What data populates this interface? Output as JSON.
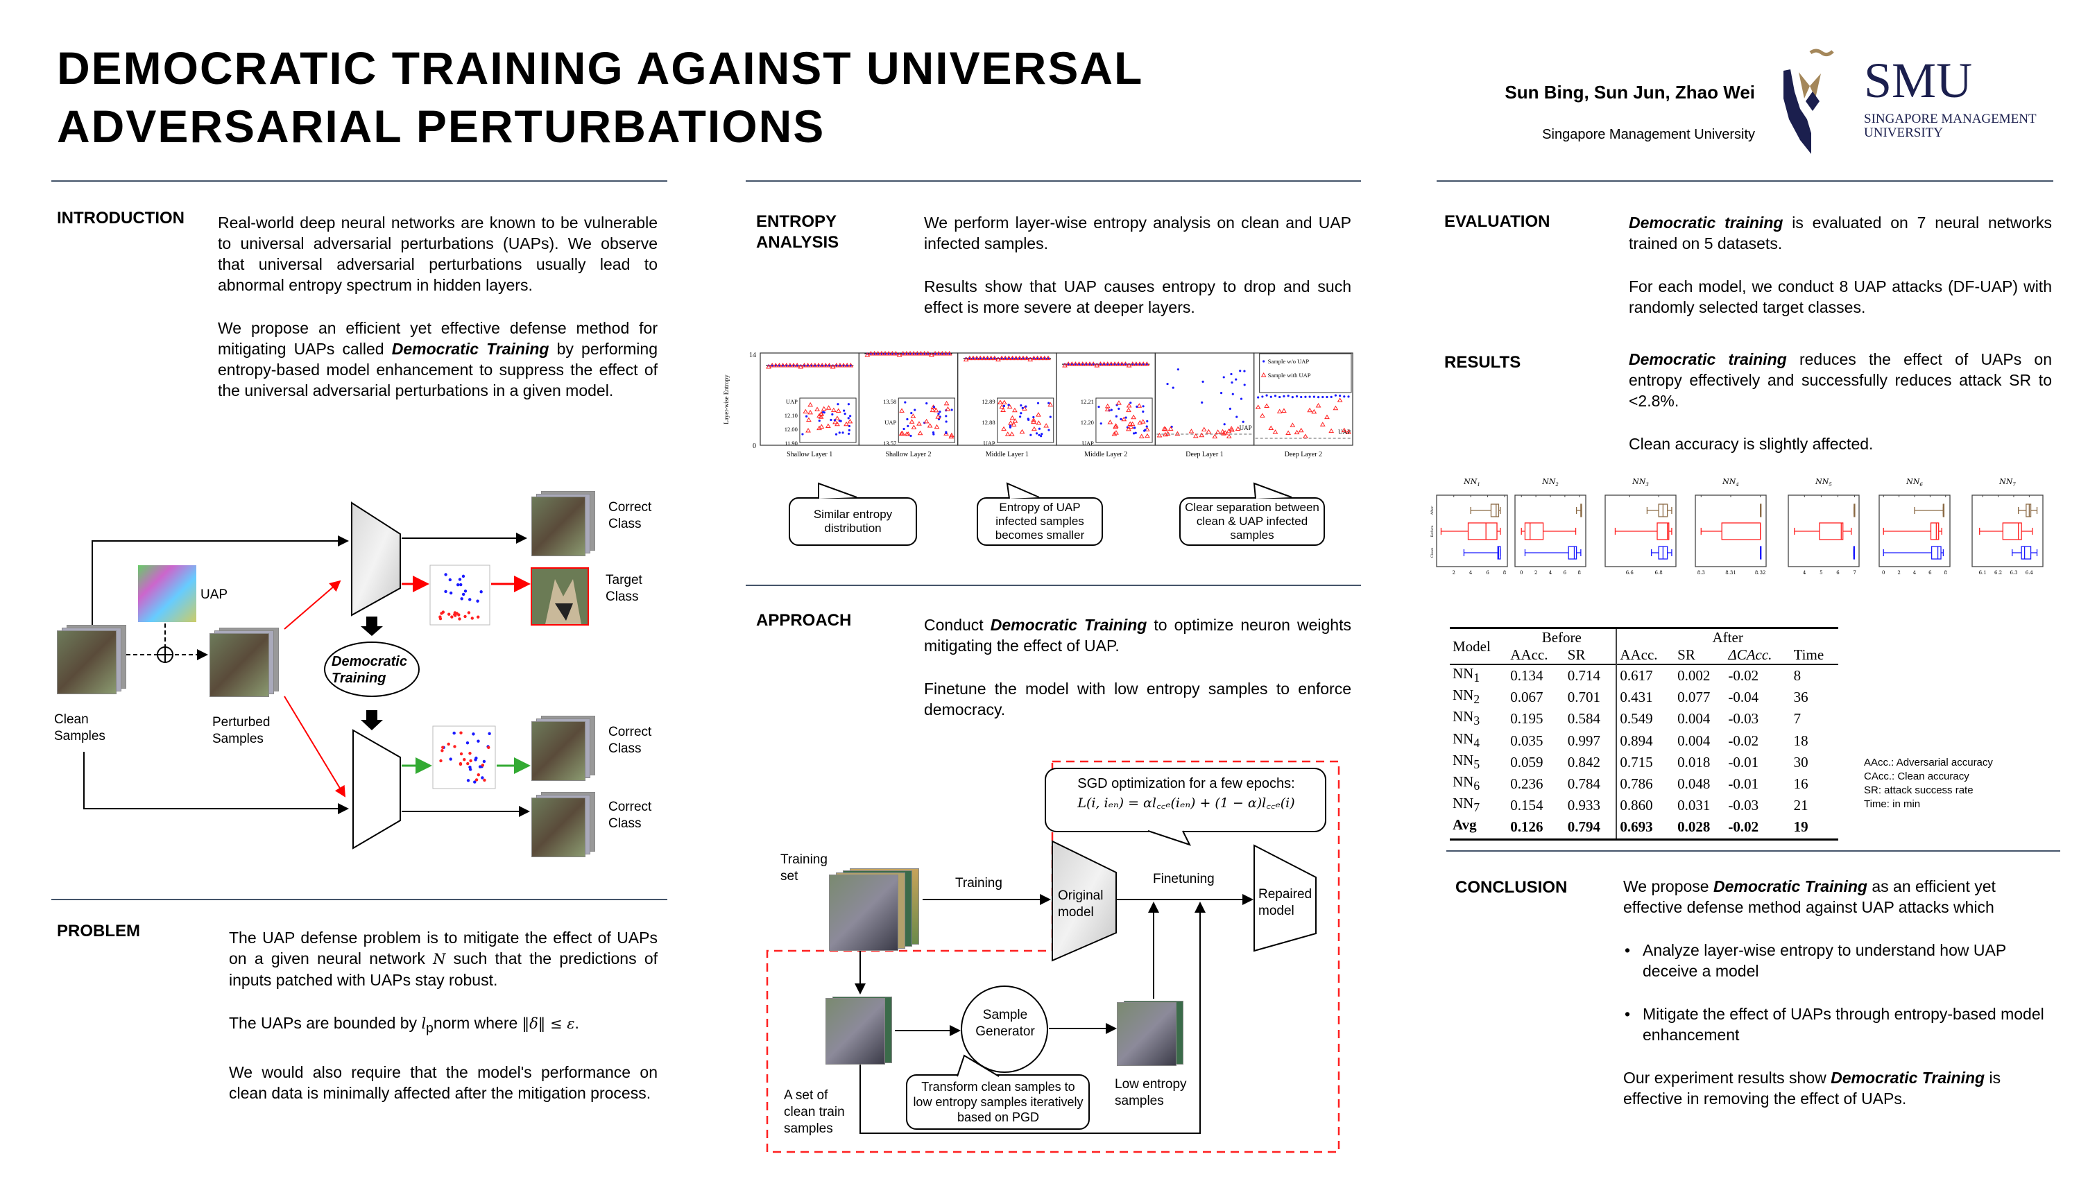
{
  "header": {
    "title_line1": "DEMOCRATIC TRAINING AGAINST UNIVERSAL",
    "title_line2": "ADVERSARIAL PERTURBATIONS",
    "authors": "Sun Bing, Sun Jun, Zhao Wei",
    "affiliation": "Singapore Management University",
    "logo": {
      "mark": "SMU",
      "line1": "SINGAPORE MANAGEMENT",
      "line2": "UNIVERSITY"
    }
  },
  "intro": {
    "heading": "INTRODUCTION",
    "paragraphs": [
      [
        {
          "t": "Real-world deep neural networks are known to be vulnerable to universal adversarial perturbations (UAPs). We observe that universal adversarial perturbations usually lead to abnormal entropy spectrum in hidden layers."
        }
      ],
      [
        {
          "t": "We propose an efficient yet effective defense method for mitigating UAPs called "
        },
        {
          "t": "Democratic Training",
          "s": "bi"
        },
        {
          "t": " by performing entropy-based model enhancement to suppress the effect of the universal adversarial perturbations in a given model."
        }
      ]
    ],
    "diagram": {
      "uap": "UAP",
      "clean": "Clean Samples",
      "perturbed": "Perturbed Samples",
      "correct1": "Correct Class",
      "target": "Target Class",
      "correct2": "Correct Class",
      "correct3": "Correct Class",
      "dt_line1": "Democratic",
      "dt_line2": "Training"
    }
  },
  "problem": {
    "heading": "PROBLEM",
    "paragraphs": [
      [
        {
          "t": "The UAP defense problem is to mitigate the effect of UAPs on a given neural network "
        },
        {
          "t": "N",
          "s": "m"
        },
        {
          "t": " such that the predictions of inputs patched with UAPs stay robust."
        }
      ],
      [
        {
          "t": "The UAPs are bounded by "
        },
        {
          "t": "l",
          "s": "m"
        },
        {
          "t": "p",
          "s": "sub"
        },
        {
          "t": "norm where "
        },
        {
          "t": "‖δ‖ ≤ ε",
          "s": "m"
        },
        {
          "t": "."
        }
      ],
      [
        {
          "t": "We would also require that the model's performance on clean data is minimally affected after the mitigation process."
        }
      ]
    ]
  },
  "entropy": {
    "heading_line1": "ENTROPY",
    "heading_line2": "ANALYSIS",
    "paragraphs": [
      [
        {
          "t": "We perform layer-wise entropy analysis on clean and UAP infected samples."
        }
      ],
      [
        {
          "t": "Results show that UAP causes entropy to drop and such effect is more severe at deeper layers."
        }
      ]
    ],
    "callouts": [
      "Similar entropy distribution",
      "Entropy of UAP infected samples becomes smaller",
      "Clear separation between clean & UAP infected samples"
    ]
  },
  "approach": {
    "heading": "APPROACH",
    "paragraphs": [
      [
        {
          "t": "Conduct "
        },
        {
          "t": "Democratic Training",
          "s": "bi"
        },
        {
          "t": " to optimize neuron weights mitigating the effect of UAP."
        }
      ],
      [
        {
          "t": "Finetune the model with low entropy samples to enforce democracy."
        }
      ]
    ],
    "diagram": {
      "sgd_line1": "SGD optimization for a few epochs:",
      "sgd_formula": "L(i, iₑₙ) = αl꜀꜀ₑ(iₑₙ) + (1 − α)l꜀꜀ₑ(i)",
      "training_set": "Training set",
      "training": "Training",
      "original_model": "Original model",
      "finetuning": "Finetuning",
      "repaired_model": "Repaired model",
      "sample_generator": "Sample Generator",
      "clean_train": "A set of clean train samples",
      "low_entropy": "Low entropy samples",
      "transform": "Transform clean samples to low entropy samples iteratively based on PGD"
    }
  },
  "evaluation": {
    "heading": "EVALUATION",
    "paragraphs": [
      [
        {
          "t": "Democratic training",
          "s": "bi"
        },
        {
          "t": " is evaluated on 7 neural networks trained on 5 datasets."
        }
      ],
      [
        {
          "t": "For each model, we conduct 8 UAP attacks (DF-UAP) with randomly selected target classes."
        }
      ]
    ]
  },
  "results": {
    "heading": "RESULTS",
    "paragraphs": [
      [
        {
          "t": "Democratic training",
          "s": "bi"
        },
        {
          "t": " reduces the effect of UAPs on entropy effectively and successfully reduces attack SR to <2.8%."
        }
      ],
      [
        {
          "t": "Clean accuracy is slightly affected."
        }
      ]
    ],
    "table": {
      "headers": {
        "model": "Model",
        "before": "Before",
        "after": "After",
        "aacc": "AAcc.",
        "sr": "SR",
        "aacc2": "AAcc.",
        "sr2": "SR",
        "dcacc": "ΔCAcc.",
        "time": "Time"
      },
      "rows": [
        [
          "NN",
          "1",
          "0.134",
          "0.714",
          "0.617",
          "0.002",
          "-0.02",
          "8"
        ],
        [
          "NN",
          "2",
          "0.067",
          "0.701",
          "0.431",
          "0.077",
          "-0.04",
          "36"
        ],
        [
          "NN",
          "3",
          "0.195",
          "0.584",
          "0.549",
          "0.004",
          "-0.03",
          "7"
        ],
        [
          "NN",
          "4",
          "0.035",
          "0.997",
          "0.894",
          "0.004",
          "-0.02",
          "18"
        ],
        [
          "NN",
          "5",
          "0.059",
          "0.842",
          "0.715",
          "0.018",
          "-0.01",
          "30"
        ],
        [
          "NN",
          "6",
          "0.236",
          "0.784",
          "0.786",
          "0.048",
          "-0.01",
          "16"
        ],
        [
          "NN",
          "7",
          "0.154",
          "0.933",
          "0.860",
          "0.031",
          "-0.03",
          "21"
        ]
      ],
      "avg": [
        "Avg",
        "",
        "0.126",
        "0.794",
        "0.693",
        "0.028",
        "-0.02",
        "19"
      ]
    },
    "legend": [
      "AAcc.: Adversarial accuracy",
      "CAcc.: Clean accuracy",
      "SR: attack success rate",
      "Time: in min"
    ]
  },
  "conclusion": {
    "heading": "CONCLUSION",
    "intro": [
      {
        "t": "We propose "
      },
      {
        "t": "Democratic Training",
        "s": "bi"
      },
      {
        "t": " as an efficient yet effective defense method against UAP attacks which"
      }
    ],
    "bullets": [
      [
        {
          "t": "Analyze layer-wise entropy to understand how UAP deceive a model"
        }
      ],
      [
        {
          "t": "Mitigate the effect of UAPs through entropy-based model enhancement"
        }
      ]
    ],
    "outro": [
      {
        "t": "Our experiment results show "
      },
      {
        "t": "Democratic Training",
        "s": "bi"
      },
      {
        "t": " is effective in removing the effect of UAPs."
      }
    ]
  },
  "chart_data": [
    {
      "type": "scatter",
      "ylabel": "Layer-wise Entropy",
      "ylim": [
        0,
        14
      ],
      "yticks": [
        "0",
        "14"
      ],
      "legend": [
        "Sample w/o UAP",
        "Sample with UAP"
      ],
      "legend_position": "top-right",
      "colors": {
        "clean": "#1a1aff",
        "uap": "#ff2020"
      },
      "panels": [
        {
          "label": "Shallow Layer 1",
          "level": 12.1,
          "inset_ticks": [
            "UAP",
            "12.10",
            "12.00",
            "11.90"
          ]
        },
        {
          "label": "Shallow Layer 2",
          "level": 13.9,
          "inset_ticks": [
            "13.58",
            "UAP",
            "13.57"
          ]
        },
        {
          "label": "Middle Layer 1",
          "level": 13.2,
          "inset_ticks": [
            "12.89",
            "12.88",
            "UAP"
          ]
        },
        {
          "label": "Middle Layer 2",
          "level": 12.3,
          "inset_ticks": [
            "12.21",
            "12.20",
            "UAP"
          ]
        },
        {
          "label": "Deep Layer 1",
          "level": null,
          "inset_ticks": [
            "UAP"
          ]
        },
        {
          "label": "Deep Layer 2",
          "level": null,
          "inset_ticks": [
            "UAP"
          ]
        }
      ]
    },
    {
      "type": "boxplot",
      "row_labels": [
        "After",
        "Before",
        "Clean"
      ],
      "colors": {
        "After": "#8b6a45",
        "Before": "#ff2020",
        "Clean": "#1a1aff"
      },
      "panels": [
        {
          "title": "NN",
          "sub": "1",
          "range": [
            0.3,
            8
          ],
          "ticks": [
            "2",
            "4",
            "6",
            "8"
          ],
          "tickvals": [
            2,
            4,
            6,
            8
          ],
          "boxes": [
            [
              4,
              6.4,
              7.0,
              7.3,
              7.5
            ],
            [
              0.5,
              3.7,
              5.8,
              7.1,
              7.5
            ],
            [
              3.2,
              7.2,
              7.3,
              7.5,
              7.5
            ]
          ]
        },
        {
          "title": "NN",
          "sub": "2",
          "range": [
            -0.5,
            8.5
          ],
          "ticks": [
            "0",
            "2",
            "4",
            "6",
            "8"
          ],
          "tickvals": [
            0,
            2,
            4,
            6,
            8
          ],
          "boxes": [
            [
              7.6,
              8.2,
              8.3,
              8.3,
              8.3
            ],
            [
              0,
              0.5,
              1.2,
              3,
              7.5
            ],
            [
              0.5,
              6.5,
              7.3,
              7.6,
              8.2
            ]
          ]
        },
        {
          "title": "NN",
          "sub": "3",
          "range": [
            6.45,
            6.9
          ],
          "ticks": [
            "6.6",
            "6.8"
          ],
          "tickvals": [
            6.6,
            6.8
          ],
          "boxes": [
            [
              6.72,
              6.8,
              6.83,
              6.86,
              6.89
            ],
            [
              6.5,
              6.79,
              6.86,
              6.87,
              6.89
            ],
            [
              6.75,
              6.8,
              6.83,
              6.86,
              6.89
            ]
          ]
        },
        {
          "title": "NN",
          "sub": "4",
          "range": [
            8.299,
            8.321
          ],
          "ticks": [
            "8.3",
            "8.31",
            "8.32"
          ],
          "tickvals": [
            8.3,
            8.31,
            8.32
          ],
          "boxes": [
            [
              8.32,
              8.32,
              8.32,
              8.32,
              8.32
            ],
            [
              8.3,
              8.307,
              8.32,
              8.32,
              8.32
            ],
            [
              8.32,
              8.32,
              8.32,
              8.32,
              8.32
            ]
          ]
        },
        {
          "title": "NN",
          "sub": "5",
          "range": [
            3.2,
            7.1
          ],
          "ticks": [
            "4",
            "5",
            "6",
            "7"
          ],
          "tickvals": [
            4,
            5,
            6,
            7
          ],
          "boxes": [
            [
              6.97,
              6.97,
              6.97,
              6.97,
              6.97
            ],
            [
              3.4,
              4.9,
              6.2,
              6.3,
              6.8
            ],
            [
              6.95,
              6.95,
              6.95,
              6.95,
              6.95
            ]
          ]
        },
        {
          "title": "NN",
          "sub": "6",
          "range": [
            -0.2,
            8.2
          ],
          "ticks": [
            "0",
            "2",
            "4",
            "6",
            "8"
          ],
          "tickvals": [
            0,
            2,
            4,
            6,
            8
          ],
          "boxes": [
            [
              4,
              7.7,
              7.7,
              7.7,
              7.7
            ],
            [
              0,
              6.1,
              6.8,
              7.1,
              7.5
            ],
            [
              0,
              6.2,
              7.0,
              7.4,
              7.7
            ]
          ]
        },
        {
          "title": "NN",
          "sub": "7",
          "range": [
            6.05,
            6.47
          ],
          "ticks": [
            "6.1",
            "6.2",
            "6.3",
            "6.4"
          ],
          "tickvals": [
            6.1,
            6.2,
            6.3,
            6.4
          ],
          "boxes": [
            [
              6.33,
              6.38,
              6.4,
              6.41,
              6.45
            ],
            [
              6.08,
              6.23,
              6.33,
              6.35,
              6.42
            ],
            [
              6.29,
              6.35,
              6.37,
              6.41,
              6.45
            ]
          ]
        }
      ]
    }
  ],
  "colors": {
    "rule": "#44546a",
    "logo_navy": "#1b1f4e",
    "logo_gold": "#a4875a",
    "dashed_box": "#ff2020"
  }
}
